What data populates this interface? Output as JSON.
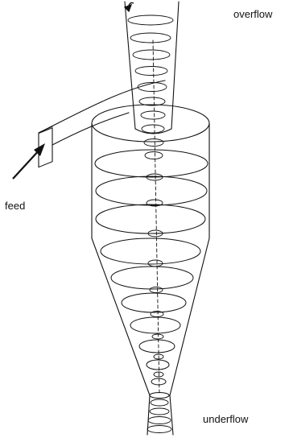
{
  "labels": {
    "overflow": "overflow",
    "feed": "feed",
    "underflow": "underflow"
  },
  "colors": {
    "ink": "#111111",
    "background": "#ffffff"
  },
  "icons": {
    "feed_arrow": "arrow-icon",
    "rotation_arrow": "rotation-arrow-icon"
  }
}
